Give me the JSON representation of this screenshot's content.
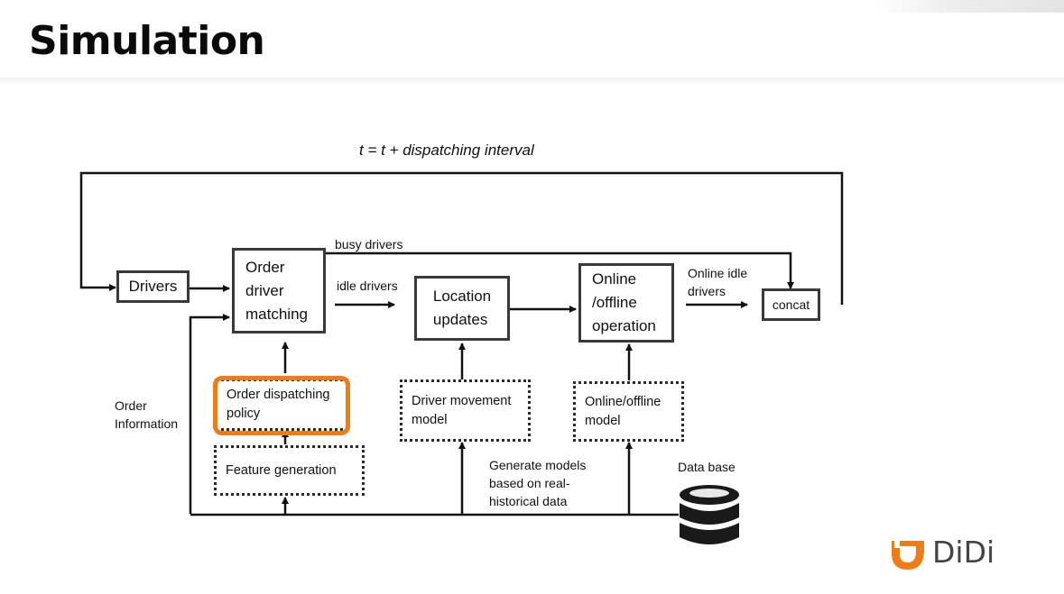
{
  "slide": {
    "title": "Simulation"
  },
  "diagram": {
    "loop_label": "t = t + dispatching interval",
    "nodes": {
      "drivers": "Drivers",
      "order_driver_matching": [
        "Order",
        "driver",
        "matching"
      ],
      "location_updates": [
        "Location",
        "updates"
      ],
      "online_offline_operation": [
        "Online",
        "/offline",
        "operation"
      ],
      "concat": "concat"
    },
    "models": {
      "order_dispatching_policy": [
        "Order dispatching",
        "policy"
      ],
      "feature_generation": "Feature generation",
      "driver_movement_model": [
        "Driver movement",
        "model"
      ],
      "online_offline_model": [
        "Online/offline",
        "model"
      ]
    },
    "edge_labels": {
      "busy_drivers": "busy drivers",
      "idle_drivers": "idle drivers",
      "online_idle_drivers": [
        "Online idle",
        "drivers"
      ],
      "order_information": [
        "Order",
        "Information"
      ],
      "generate_models": [
        "Generate models",
        "based on real-",
        "historical data"
      ],
      "database": "Data base"
    },
    "highlight_color": "#f07c16"
  },
  "brand": {
    "name": "DiDi",
    "color": "#f07c16"
  }
}
